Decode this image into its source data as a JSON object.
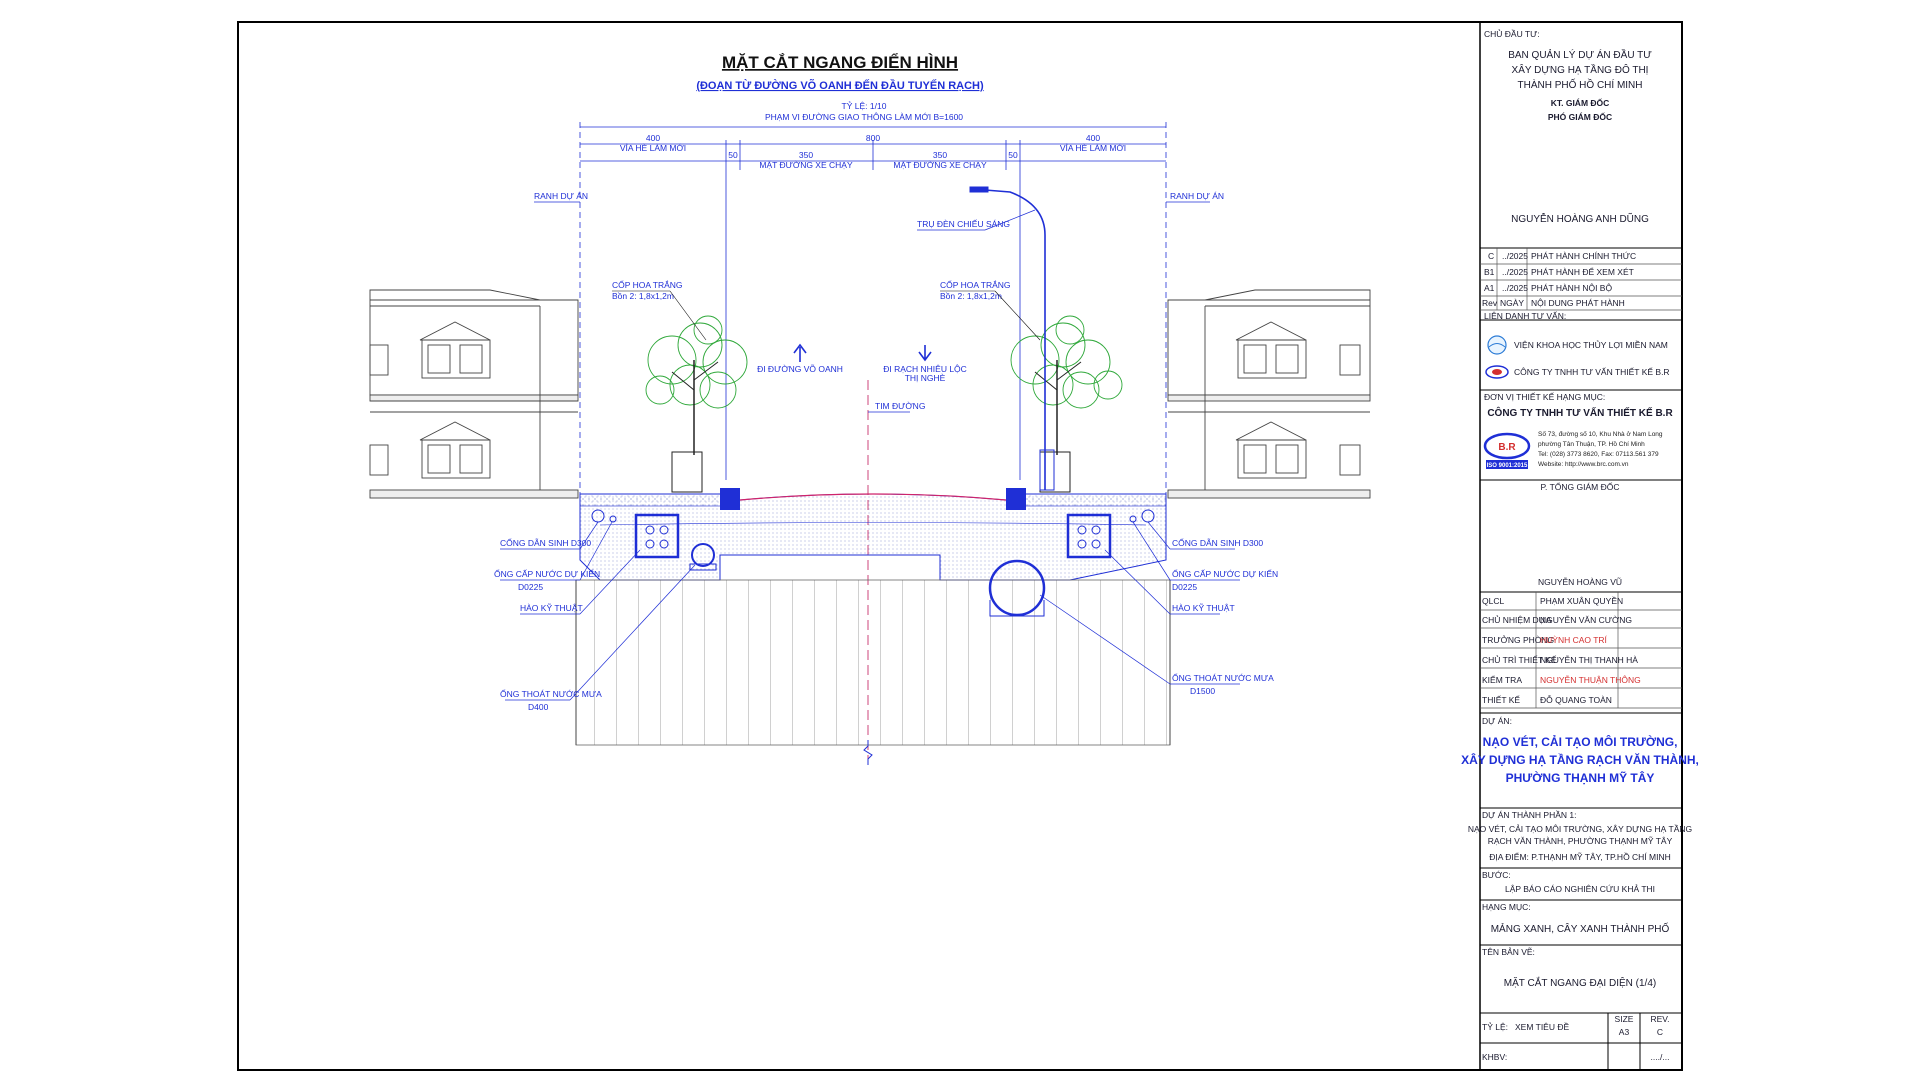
{
  "drawing": {
    "title": "MẶT CẮT NGANG ĐIỂN HÌNH",
    "subtitle": "(ĐOẠN TỪ ĐƯỜNG VÕ OANH ĐẾN ĐẦU TUYẾN RẠCH)",
    "scale": "TỶ LỆ: 1/10",
    "scope_note": "PHẠM VI ĐƯỜNG GIAO THÔNG LÀM MỚI B=1600",
    "dims": {
      "total": "800",
      "sidewalk_left": "400",
      "sidewalk_right": "400",
      "lane_left": "350",
      "lane_right": "350",
      "gutter_left": "50",
      "gutter_right": "50",
      "sidewalk_label_left": "VỈA HÈ LÀM MỚI",
      "sidewalk_label_right": "VỈA HÈ LÀM MỚI",
      "lane_label_left": "MẶT ĐƯỜNG XE CHẠY",
      "lane_label_right": "MẶT ĐƯỜNG XE CHẠY"
    },
    "labels": {
      "ranh_left": "RANH DỰ ÁN",
      "ranh_right": "RANH DỰ ÁN",
      "light_pole": "TRỤ ĐÈN CHIẾU SÁNG",
      "tree_left_1": "CỐP HOA TRẮNG",
      "tree_left_2": "Bồn 2: 1,8x1,2m",
      "tree_right_1": "CỐP HOA TRẮNG",
      "tree_right_2": "Bồn 2: 1,8x1,2m",
      "dir_left": "ĐI ĐƯỜNG VÕ OANH",
      "dir_right_1": "ĐI RẠCH NHIÊU LỘC",
      "dir_right_2": "THỊ NGHÈ",
      "centerline": "TIM ĐƯỜNG",
      "cable_left": "CỐNG DẪN SINH D300",
      "cable_right": "CỐNG DẪN SINH D300",
      "water_left_1": "ỐNG CẤP NƯỚC DỰ KIẾN",
      "water_left_2": "D0225",
      "water_right_1": "ỐNG CẤP NƯỚC DỰ KIẾN",
      "water_right_2": "D0225",
      "trench_left": "HÀO KỸ THUẬT",
      "trench_right": "HÀO KỸ THUẬT",
      "drain_left_1": "ỐNG THOÁT NƯỚC MƯA",
      "drain_left_2": "D400",
      "drain_right_1": "ỐNG THOÁT NƯỚC MƯA",
      "drain_right_2": "D1500"
    }
  },
  "title_block": {
    "owner_heading": "CHỦ ĐẦU TƯ:",
    "owner_1": "BAN QUẢN LÝ DỰ ÁN ĐẦU TƯ",
    "owner_2": "XÂY DỰNG HẠ  TẦNG ĐÔ THỊ",
    "owner_3": "THÀNH PHỐ HỒ CHÍ MINH",
    "kt": "KT. GIÁM ĐỐC",
    "deputy": "PHÓ GIÁM ĐỐC",
    "signer_owner": "NGUYỄN HOÀNG ANH DŨNG",
    "revisions": [
      {
        "rev": "C",
        "date": "../2025",
        "content": "PHÁT HÀNH CHÍNH THỨC"
      },
      {
        "rev": "B1",
        "date": "../2025",
        "content": "PHÁT HÀNH ĐỂ XEM XÉT"
      },
      {
        "rev": "A1",
        "date": "../2025",
        "content": "PHÁT HÀNH NỘI BỘ"
      },
      {
        "rev": "Rev",
        "date": "NGÀY",
        "content": "NỘI DUNG PHÁT HÀNH"
      }
    ],
    "consult_heading": "LIÊN DANH TƯ VẤN:",
    "consult_1": "VIỆN KHOA HỌC THỦY LỢI MIỀN NAM",
    "consult_2": "CÔNG TY TNHH TƯ VẤN THIẾT KẾ B.R",
    "design_heading": "ĐƠN VỊ THIẾT KẾ HẠNG MỤC:",
    "design_company": "CÔNG TY TNHH TƯ VẤN THIẾT KẾ B.R",
    "logo_text": "B.R",
    "iso_text": "ISO 9001:2015",
    "addr_1": "Số 73, đường số 10, Khu Nhà ở Nam Long",
    "addr_2": "phường Tân Thuận, TP. Hồ Chí Minh",
    "addr_3": "Tel: (028) 3773 8620, Fax: 07113.561 379",
    "addr_4": "Website: http://www.brc.com.vn",
    "gd": "P. TỔNG GIÁM ĐỐC",
    "signer_design": "NGUYỄN HOÀNG VŨ",
    "staff": [
      {
        "role": "QLCL",
        "name": "PHẠM XUÂN QUYỀN",
        "red": false
      },
      {
        "role": "CHỦ NHIỆM DỰA",
        "name": "NGUYỄN VĂN CƯỜNG",
        "red": false
      },
      {
        "role": "TRƯỞNG PHÒNG",
        "name": "HUỲNH CAO TRÍ",
        "red": true
      },
      {
        "role": "CHỦ TRÌ THIẾT KẾ",
        "name": "NGUYỄN THỊ THANH HÀ",
        "red": false
      },
      {
        "role": "KIỂM TRA",
        "name": "NGUYỄN THUẬN THÔNG",
        "red": true
      },
      {
        "role": "THIẾT KẾ",
        "name": "ĐỖ QUANG TOÀN",
        "red": false
      }
    ],
    "project_heading": "DỰ ÁN:",
    "project_1": "NẠO VÉT, CẢI TẠO MÔI TRƯỜNG,",
    "project_2": "XÂY DỰNG HẠ TẦNG RẠCH VĂN THÀNH,",
    "project_3": "PHƯỜNG THẠNH MỸ TÂY",
    "sub_heading": "DỰ ÁN THÀNH PHẦN 1:",
    "sub_1": "NẠO VÉT, CẢI TẠO MÔI TRƯỜNG, XÂY DỰNG HẠ TẦNG",
    "sub_2": "RẠCH VĂN THÀNH, PHƯỜNG THẠNH MỸ TÂY",
    "sub_3": "ĐỊA ĐIỂM: P.THẠNH MỸ TÂY, TP.HỒ CHÍ MINH",
    "step_heading": "BƯỚC:",
    "step": "LẬP BÁO CÁO NGHIÊN CỨU KHẢ THI",
    "item_heading": "HẠNG MỤC:",
    "item": "MẢNG XANH, CÂY XANH THÀNH PHỐ",
    "sheet_heading": "TÊN BẢN VẼ:",
    "sheet_name": "MẶT CẮT NGANG ĐẠI DIỆN (1/4)",
    "scale_label": "TỶ LỆ:",
    "scale_value": "XEM TIÊU ĐỀ",
    "size_label": "SIZE",
    "size_value": "A3",
    "rev_label": "REV.",
    "rev_value": "C",
    "khbv_label": "KHBV:",
    "khbv_value": "..../..."
  }
}
